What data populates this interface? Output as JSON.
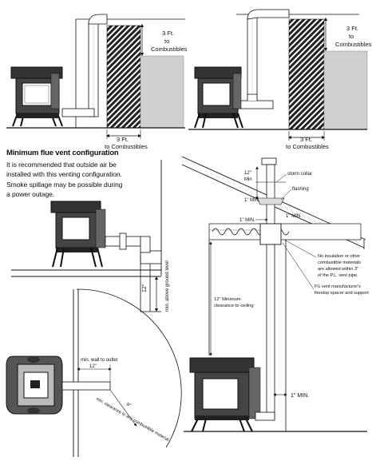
{
  "labels": {
    "three_ft": "3 Ft.",
    "to": "to",
    "combustibles": "Combustibles",
    "to_combustibles": "to Combustibles",
    "twelve_in": "12\"",
    "min": "Min",
    "storm_collar": "storm collar",
    "flashing": "flashing",
    "one_in_min": "1\" MIN.",
    "no_insulation_lines": [
      "No insulation or other",
      "combustible materials",
      "are allowed within 3\"",
      "of the P.L. vent pipe."
    ],
    "firestop_lines": [
      "P.L vent manufacturer's",
      "firestop spacer and support"
    ],
    "clearance_lines": [
      "12\" Minimum",
      "clearance to ceiling"
    ],
    "min_above_ground": "min. above ground level",
    "min_wall_outlet": "min. wall to outlet",
    "min_clearance_combustibles": "min. clearance to any combustible material",
    "nine_in": "9\""
  },
  "caption": {
    "title": "Minimum flue vent configuration",
    "body": "It is recommended that outside air be installed with this venting configuration. Smoke spillage may be possible during a power outage."
  }
}
